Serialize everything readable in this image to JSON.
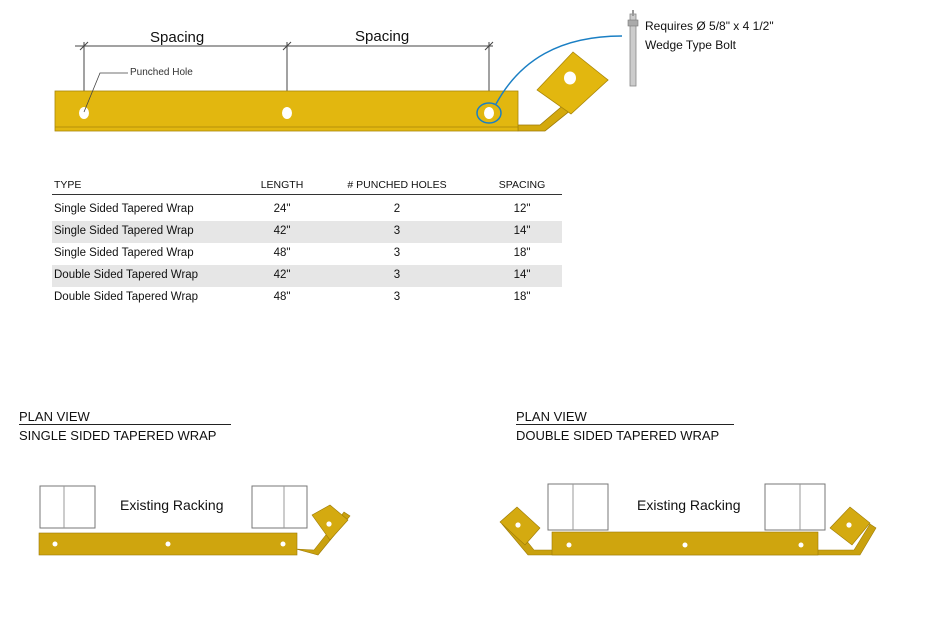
{
  "diagram": {
    "spacing_labels": [
      "Spacing",
      "Spacing"
    ],
    "punched_hole_label": "Punched Hole",
    "bolt_note_line1": "Requires Ø 5/8\" x 4 1/2\"",
    "bolt_note_line2": "Wedge Type Bolt",
    "colors": {
      "steel": "#e2b70f",
      "steel_dark": "#b8920a",
      "callout": "#1a7fc4"
    }
  },
  "table": {
    "headers": [
      "TYPE",
      "LENGTH",
      "# PUNCHED HOLES",
      "SPACING"
    ],
    "rows": [
      [
        "Single Sided Tapered Wrap",
        "24\"",
        "2",
        "12\""
      ],
      [
        "Single Sided Tapered Wrap",
        "42\"",
        "3",
        "14\""
      ],
      [
        "Single Sided Tapered Wrap",
        "48\"",
        "3",
        "18\""
      ],
      [
        "Double Sided Tapered Wrap",
        "42\"",
        "3",
        "14\""
      ],
      [
        "Double Sided Tapered Wrap",
        "48\"",
        "3",
        "18\""
      ]
    ]
  },
  "plan_views": [
    {
      "title": "PLAN VIEW",
      "subtitle": "SINGLE SIDED TAPERED WRAP",
      "racking_label": "Existing Racking"
    },
    {
      "title": "PLAN VIEW",
      "subtitle": "DOUBLE SIDED TAPERED WRAP",
      "racking_label": "Existing Racking"
    }
  ]
}
